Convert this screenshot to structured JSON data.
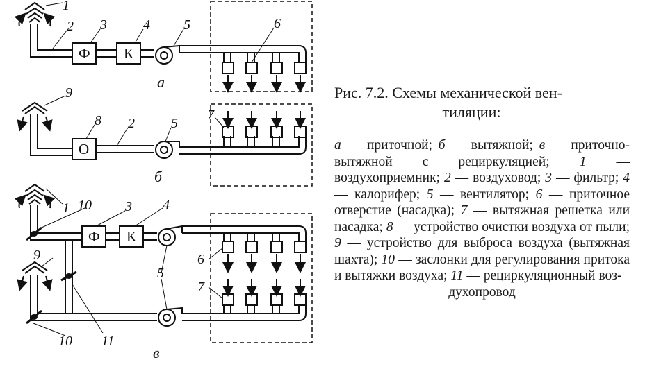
{
  "figure": {
    "caption_title_line1": "Рис. 7.2. Схемы механической вен-",
    "caption_title_line2": "тиляции:",
    "legend": [
      {
        "key": "а",
        "text": " — приточной; "
      },
      {
        "key": "б",
        "text": " — вытяжной; "
      },
      {
        "key": "в",
        "text": " — приточно-вытяжной с рециркуляцией; "
      },
      {
        "key": "1",
        "text": " — воздухоприемник; "
      },
      {
        "key": "2",
        "text": " — воздуховод; "
      },
      {
        "key": "3",
        "text": " — фильтр; "
      },
      {
        "key": "4",
        "text": " — калорифер; "
      },
      {
        "key": "5",
        "text": " — вентилятор; "
      },
      {
        "key": "6",
        "text": " — приточное отверстие (насадка); "
      },
      {
        "key": "7",
        "text": " — вытяжная решетка или насадка; "
      },
      {
        "key": "8",
        "text": " — устройство очистки воздуха от пыли; "
      },
      {
        "key": "9",
        "text": " — устройство для выброса воздуха (вытяжная шахта); "
      },
      {
        "key": "10",
        "text": " — заслонки для регулирования притока и вытяжки воздуха; "
      },
      {
        "key": "11",
        "text": " — рециркуляционный воз-"
      }
    ],
    "legend_last_line": "духопровод"
  },
  "diagram": {
    "subfig_a": "а",
    "subfig_b": "б",
    "subfig_c": "в",
    "box_filter": "Ф",
    "box_heater": "К",
    "box_cleaner": "О",
    "labels": {
      "l1": "1",
      "l2": "2",
      "l3": "3",
      "l4": "4",
      "l5": "5",
      "l6": "6",
      "l7": "7",
      "l8": "8",
      "l9": "9",
      "l10": "10",
      "l11": "11"
    }
  }
}
